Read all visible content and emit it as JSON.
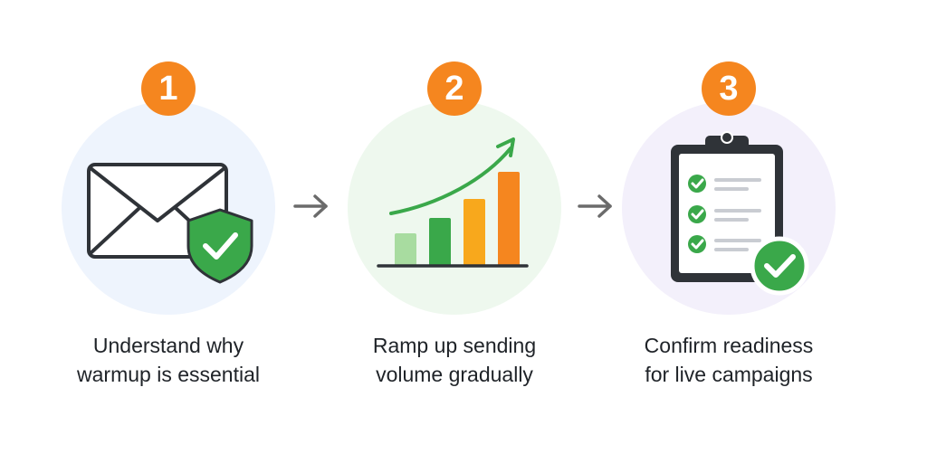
{
  "colors": {
    "badge": "#f5861f",
    "circle_1": "#eef4fd",
    "circle_2": "#eef8ee",
    "circle_3": "#f3f0fb",
    "arrow": "#6b6b6b",
    "check_green": "#3aa84a",
    "outline_dark": "#2f3338"
  },
  "steps": [
    {
      "number": "1",
      "icon": "envelope-shield-check-icon",
      "caption_line1": "Understand why",
      "caption_line2": "warmup is essential"
    },
    {
      "number": "2",
      "icon": "growth-bar-chart-icon",
      "caption_line1": "Ramp up sending",
      "caption_line2": "volume gradually"
    },
    {
      "number": "3",
      "icon": "clipboard-checklist-icon",
      "caption_line1": "Confirm readiness",
      "caption_line2": "for live campaigns"
    }
  ],
  "connectors": [
    "arrow-right-icon",
    "arrow-right-icon"
  ]
}
